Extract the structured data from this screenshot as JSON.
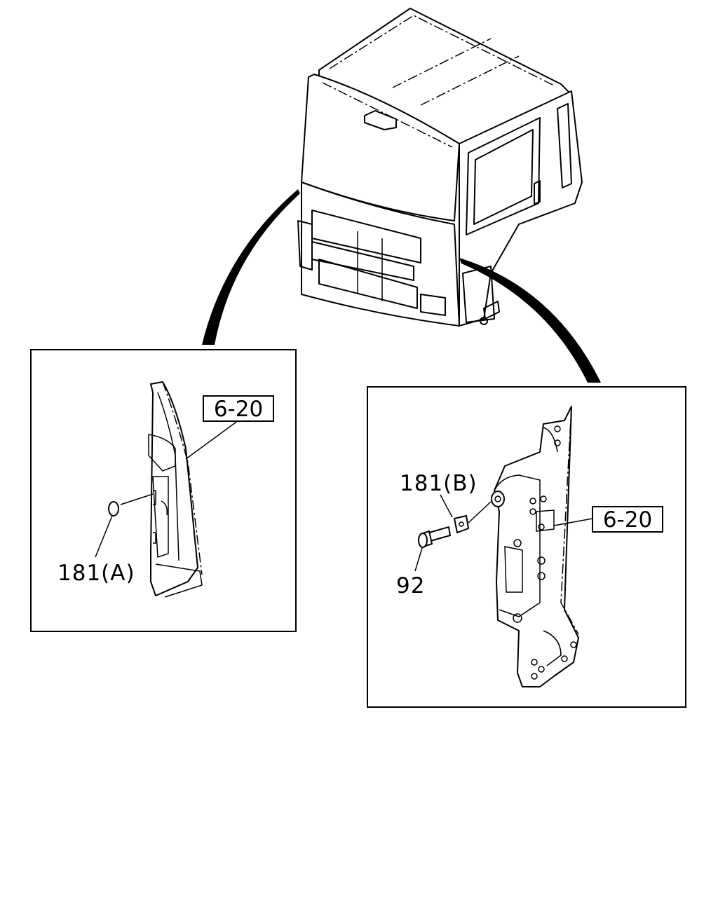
{
  "labels": {
    "ref_left": "6-20",
    "ref_right": "6-20",
    "part_181a": "181(A)",
    "part_181b": "181(B)",
    "part_92": "92"
  }
}
